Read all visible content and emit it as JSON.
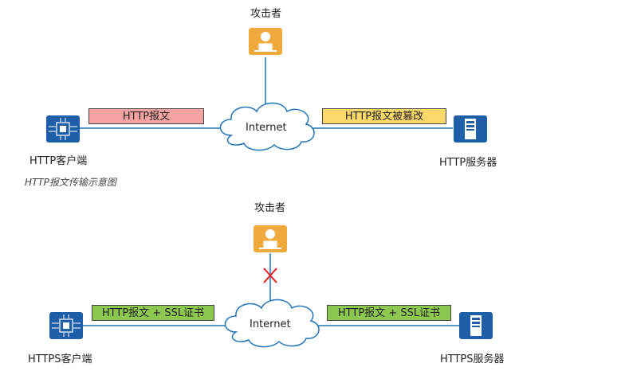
{
  "top": {
    "attacker": "攻击者",
    "cloud": "Internet",
    "client": "HTTP客户端",
    "server": "HTTP服务器",
    "msg_left": "HTTP报文",
    "msg_right": "HTTP报文被篡改",
    "caption": "HTTP报文传输示意图"
  },
  "bottom": {
    "attacker": "攻击者",
    "cloud": "Internet",
    "client": "HTTPS客户端",
    "server": "HTTPS服务器",
    "msg_left": "HTTP报文 + SSL证书",
    "msg_right": "HTTP报文 + SSL证书"
  },
  "colors": {
    "link": "#1f75b5",
    "device_blue": "#1f5fa8",
    "attacker_orange": "#f0a93c",
    "msg_red": "#f6a3a3",
    "msg_yellow": "#fcd96b",
    "msg_green": "#8cc84f",
    "block_red": "#e02020"
  }
}
